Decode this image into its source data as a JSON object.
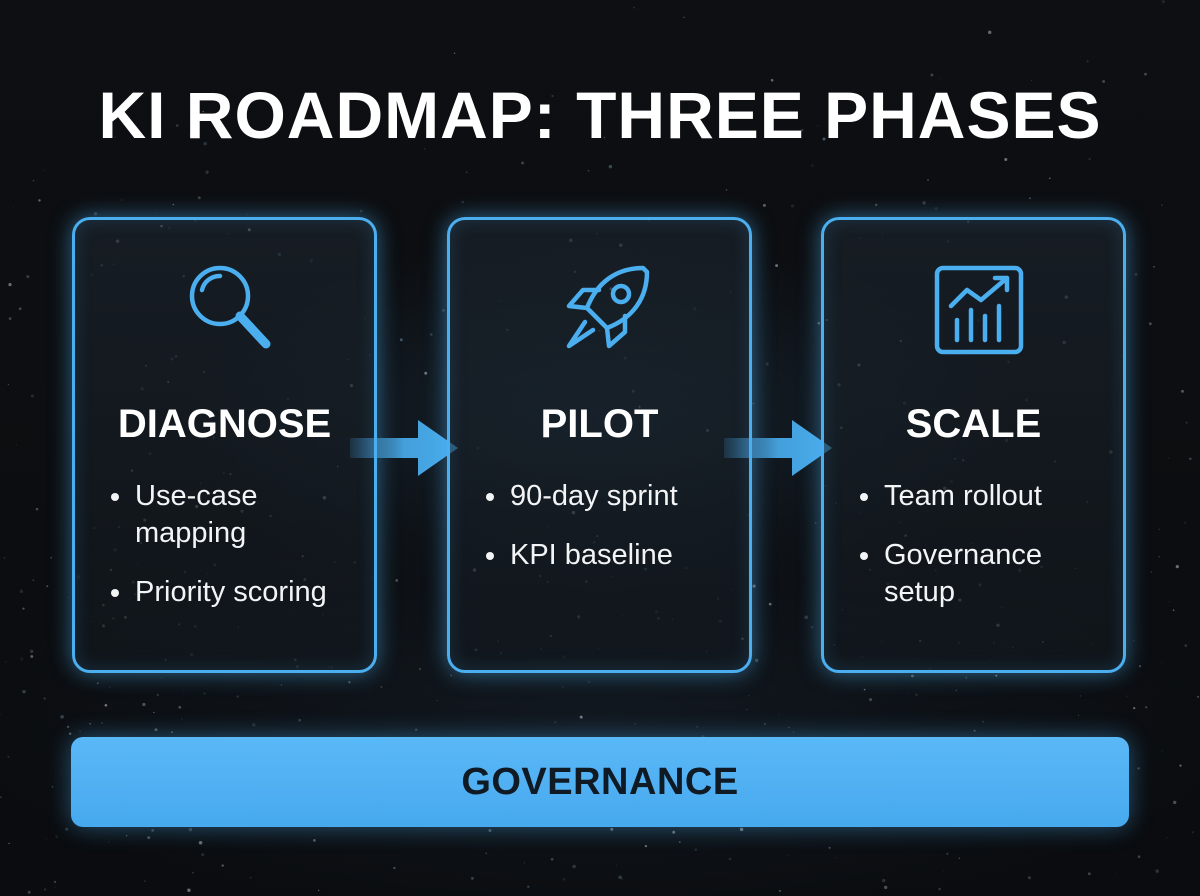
{
  "title": "KI ROADMAP: THREE PHASES",
  "phases": [
    {
      "icon": "magnifier-icon",
      "title": "DIAGNOSE",
      "bullets": [
        "Use-case mapping",
        "Priority scoring"
      ]
    },
    {
      "icon": "rocket-icon",
      "title": "PILOT",
      "bullets": [
        "90-day sprint",
        "KPI baseline"
      ]
    },
    {
      "icon": "chart-icon",
      "title": "SCALE",
      "bullets": [
        "Team rollout",
        "Governance setup"
      ]
    }
  ],
  "governance": "GOVERNANCE",
  "colors": {
    "accent": "#4aaeef",
    "background": "#0b0d10",
    "bar": "#4aa9ee",
    "bar_text": "#0f1a24"
  }
}
